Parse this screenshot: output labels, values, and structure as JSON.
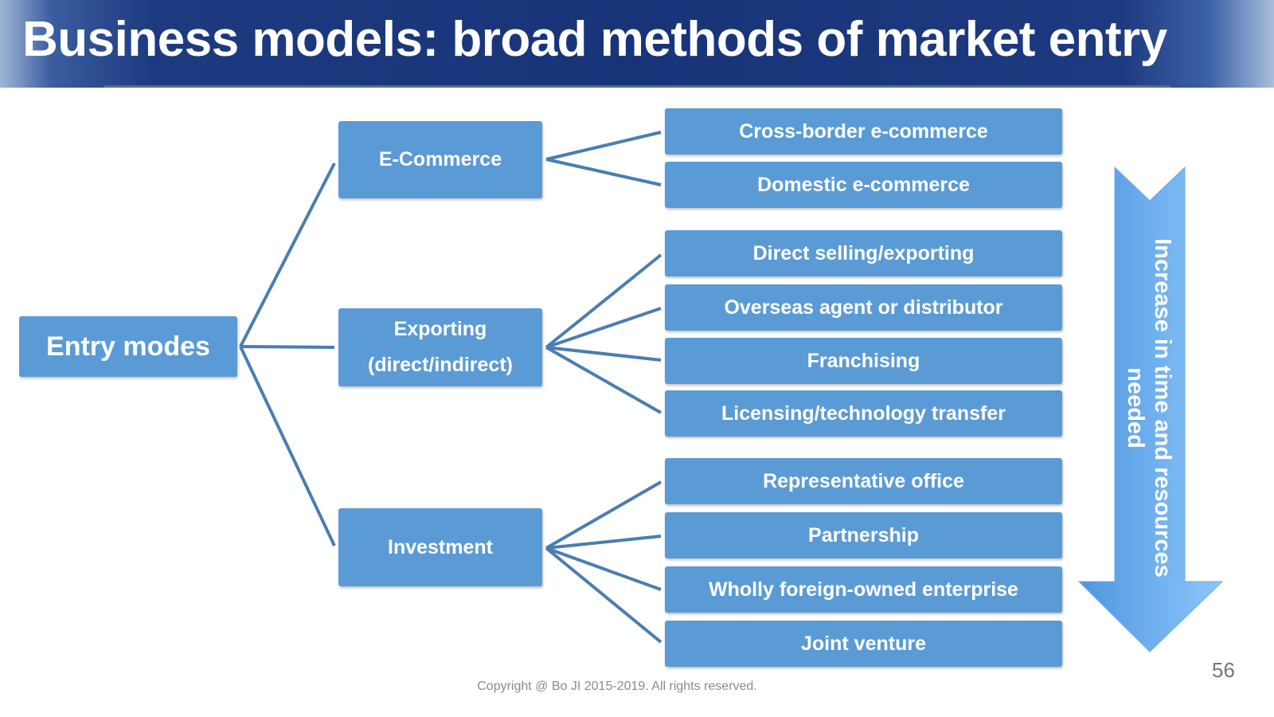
{
  "title": "Business models: broad methods of market entry",
  "root": "Entry modes",
  "branches": [
    {
      "label": "E-Commerce",
      "children": [
        "Cross-border e-commerce",
        "Domestic e-commerce"
      ]
    },
    {
      "label": "Exporting (direct/indirect)",
      "children": [
        "Direct selling/exporting",
        "Overseas agent or distributor",
        "Franchising",
        "Licensing/technology transfer"
      ]
    },
    {
      "label": "Investment",
      "children": [
        "Representative office",
        "Partnership",
        "Wholly foreign-owned enterprise",
        "Joint venture"
      ]
    }
  ],
  "arrow_label": "Increase in time and resources needed",
  "footer": "Copyright @ Bo JI 2015-2019. All rights reserved.",
  "page_number": "56",
  "colors": {
    "box": "#5b9bd5",
    "connector": "#4a7eb3",
    "header": "#183479"
  }
}
